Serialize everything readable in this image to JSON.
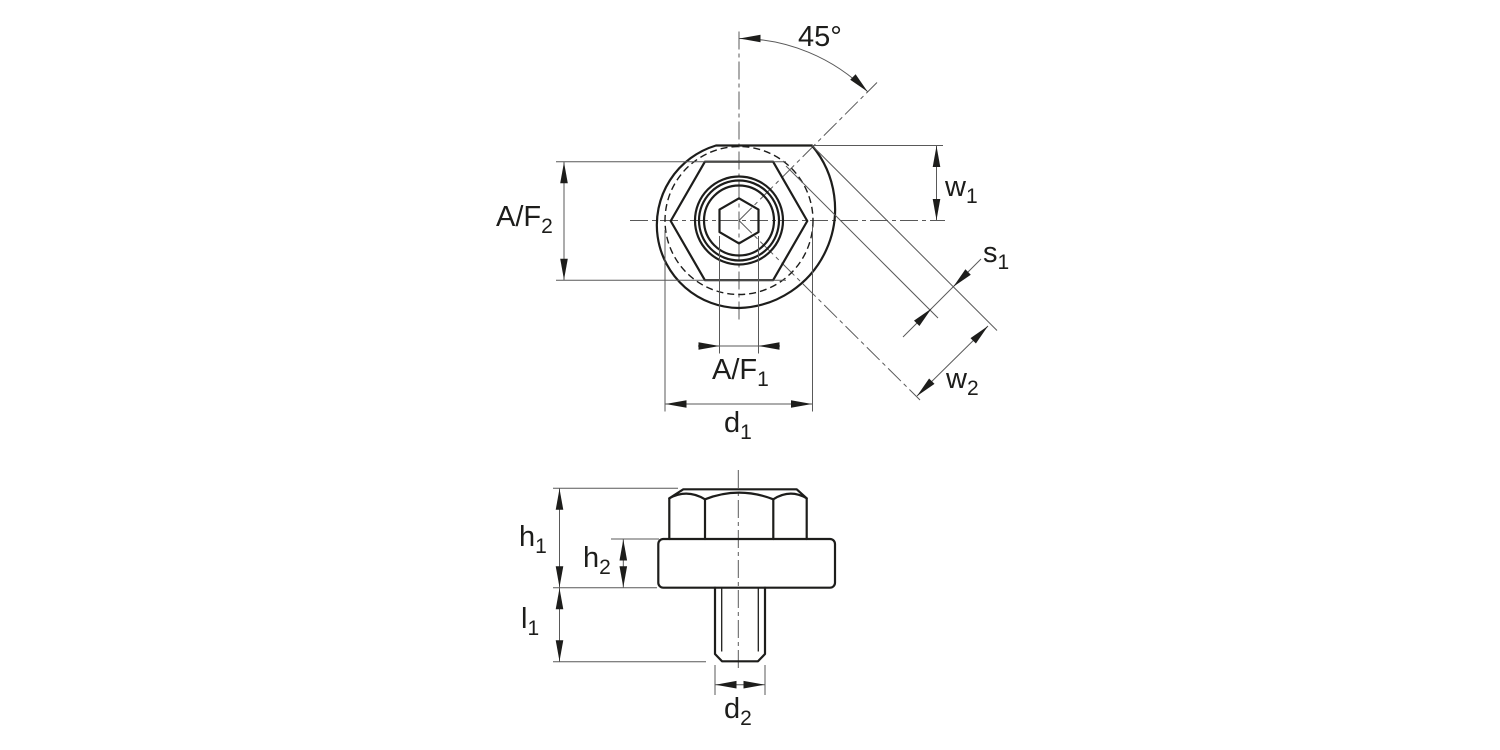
{
  "drawing": {
    "kind": "technical dimension drawing, two orthographic views of a flanged hex-head bolt with eccentric lobed collar",
    "colors": {
      "background": "#ffffff",
      "edge_line": "#1d1d1b",
      "dimension_line": "#595959"
    },
    "labels": {
      "angle": {
        "text": "45°"
      },
      "w1": {
        "base": "w",
        "sub": "1"
      },
      "s1": {
        "base": "s",
        "sub": "1"
      },
      "w2": {
        "base": "w",
        "sub": "2"
      },
      "af2": {
        "base": "A/F",
        "sub": "2"
      },
      "af1": {
        "base": "A/F",
        "sub": "1"
      },
      "d1": {
        "base": "d",
        "sub": "1"
      },
      "h1": {
        "base": "h",
        "sub": "1"
      },
      "h2": {
        "base": "h",
        "sub": "2"
      },
      "l1": {
        "base": "l",
        "sub": "1"
      },
      "d2": {
        "base": "d",
        "sub": "2"
      }
    }
  }
}
